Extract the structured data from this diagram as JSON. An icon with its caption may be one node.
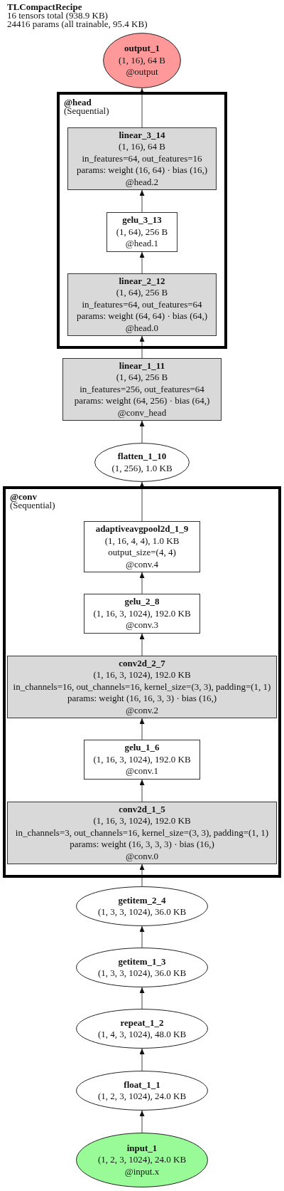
{
  "diagram": {
    "title": "TLCompactRecipe",
    "labels": [
      "16 tensors total (938.9 KB)",
      "24416 params (all trainable, 95.4 KB)"
    ],
    "nodes": [
      {
        "text": [
          "output_1",
          "(1, 16), 64 B",
          "@output"
        ]
      },
      {
        "text": [
          "@head",
          "(Sequential)"
        ]
      },
      {
        "text": [
          "linear_3_14",
          "(1, 16), 64 B",
          "in_features=64, out_features=16",
          "params: weight (16, 64) · bias (16,)",
          "@head.2"
        ],
        "in": 1
      },
      {
        "text": [
          "gelu_3_13",
          "(1, 64), 256 B",
          "@head.1"
        ],
        "in": 1
      },
      {
        "text": [
          "linear_2_12",
          "(1, 64), 256 B",
          "in_features=64, out_features=64",
          "params: weight (64, 64) · bias (64,)",
          "@head.0"
        ],
        "in": 1
      },
      {
        "text": [
          "linear_1_11",
          "(1, 64), 256 B",
          "in_features=256, out_features=64",
          "params: weight (64, 256) · bias (64,)",
          "@conv_head"
        ]
      },
      {
        "text": [
          "flatten_1_10",
          "(1, 256), 1.0 KB"
        ]
      },
      {
        "text": [
          "@conv",
          "(Sequential)"
        ]
      },
      {
        "text": [
          "adaptiveavgpool2d_1_9",
          "(1, 16, 4, 4), 1.0 KB",
          "output_size=(4, 4)",
          "@conv.4"
        ],
        "in": 7
      },
      {
        "text": [
          "gelu_2_8",
          "(1, 16, 3, 1024), 192.0 KB",
          "@conv.3"
        ],
        "in": 7
      },
      {
        "text": [
          "conv2d_2_7",
          "(1, 16, 3, 1024), 192.0 KB",
          "in_channels=16, out_channels=16, kernel_size=(3, 3), padding=(1, 1)",
          "params: weight (16, 16, 3, 3) · bias (16,)",
          "@conv.2"
        ],
        "in": 7
      },
      {
        "text": [
          "gelu_1_6",
          "(1, 16, 3, 1024), 192.0 KB",
          "@conv.1"
        ],
        "in": 7
      },
      {
        "text": [
          "conv2d_1_5",
          "(1, 16, 3, 1024), 192.0 KB",
          "in_channels=3, out_channels=16, kernel_size=(3, 3), padding=(1, 1)",
          "params: weight (16, 3, 3, 3) · bias (16,)",
          "@conv.0"
        ],
        "in": 7
      },
      {
        "text": [
          "getitem_2_4",
          "(1, 3, 3, 1024), 36.0 KB"
        ]
      },
      {
        "text": [
          "getitem_1_3",
          "(1, 3, 3, 1024), 36.0 KB"
        ]
      },
      {
        "text": [
          "repeat_1_2",
          "(1, 4, 3, 1024), 48.0 KB"
        ]
      },
      {
        "text": [
          "float_1_1",
          "(1, 2, 3, 1024), 24.0 KB"
        ]
      },
      {
        "text": [
          "input_1",
          "(1, 2, 3, 1024), 24.0 KB",
          "@input.x"
        ]
      }
    ],
    "edges": [
      {
        "from": 2,
        "to": 0,
        "arrow": "to"
      },
      {
        "from": 3,
        "to": 2,
        "arrow": "to"
      },
      {
        "from": 4,
        "to": 3,
        "arrow": "to"
      },
      {
        "from": 5,
        "to": 4,
        "arrow": "to"
      },
      {
        "from": 6,
        "to": 5,
        "arrow": "to"
      },
      {
        "from": 8,
        "to": 6,
        "arrow": "to"
      },
      {
        "from": 9,
        "to": 8,
        "arrow": "to"
      },
      {
        "from": 10,
        "to": 9,
        "arrow": "to"
      },
      {
        "from": 11,
        "to": 10,
        "arrow": "to"
      },
      {
        "from": 12,
        "to": 11,
        "arrow": "to"
      },
      {
        "from": 13,
        "to": 12,
        "arrow": "to"
      },
      {
        "from": 14,
        "to": 13,
        "arrow": "to"
      },
      {
        "from": 15,
        "to": 14,
        "arrow": "to"
      },
      {
        "from": 16,
        "to": 15,
        "arrow": "to"
      },
      {
        "from": 17,
        "to": 16,
        "arrow": "to"
      }
    ]
  }
}
